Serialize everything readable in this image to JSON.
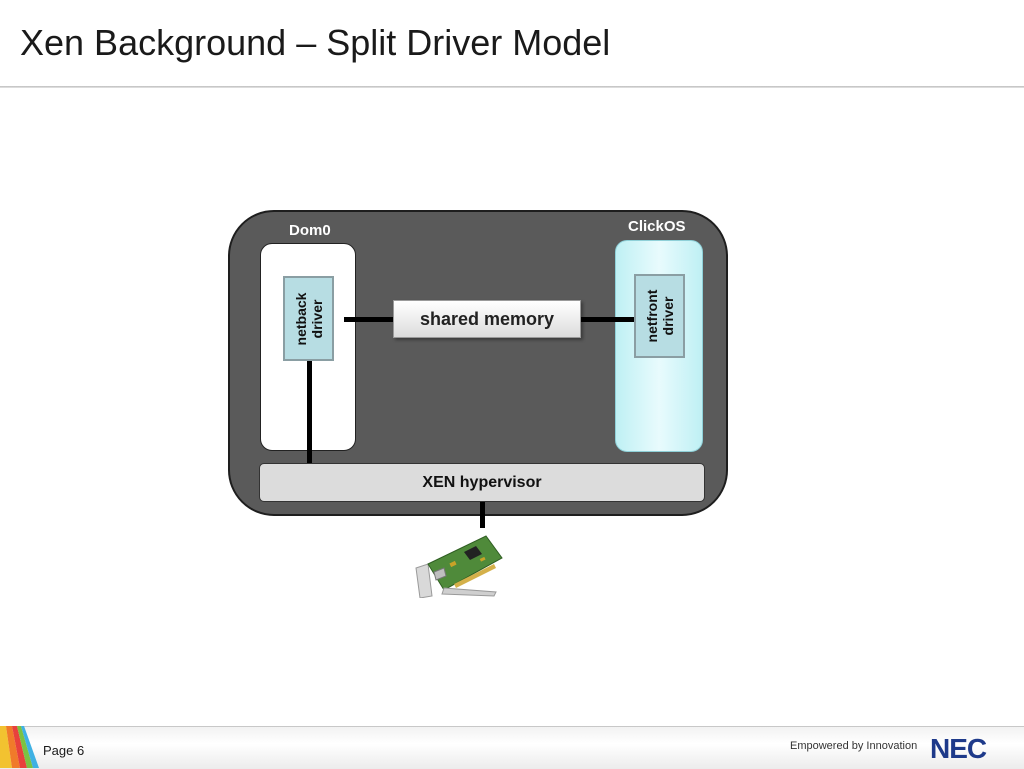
{
  "slide": {
    "title": "Xen Background – Split Driver Model"
  },
  "diagram": {
    "dom0_label": "Dom0",
    "clickos_label": "ClickOS",
    "netback": {
      "line1": "netback",
      "line2": "driver"
    },
    "netfront": {
      "line1": "netfront",
      "line2": "driver"
    },
    "shared_memory": "shared memory",
    "hypervisor": "XEN hypervisor",
    "nic_icon": "network-card-image"
  },
  "footer": {
    "page": "Page 6",
    "tagline": "Empowered by Innovation",
    "logo": "NEC"
  },
  "colors": {
    "outer_box": "#5a5a5a",
    "clickos_box": "#bff0f4",
    "driver_box": "#b7dde3",
    "hypervisor": "#dcdcdc",
    "logo": "#1e3a8a"
  }
}
